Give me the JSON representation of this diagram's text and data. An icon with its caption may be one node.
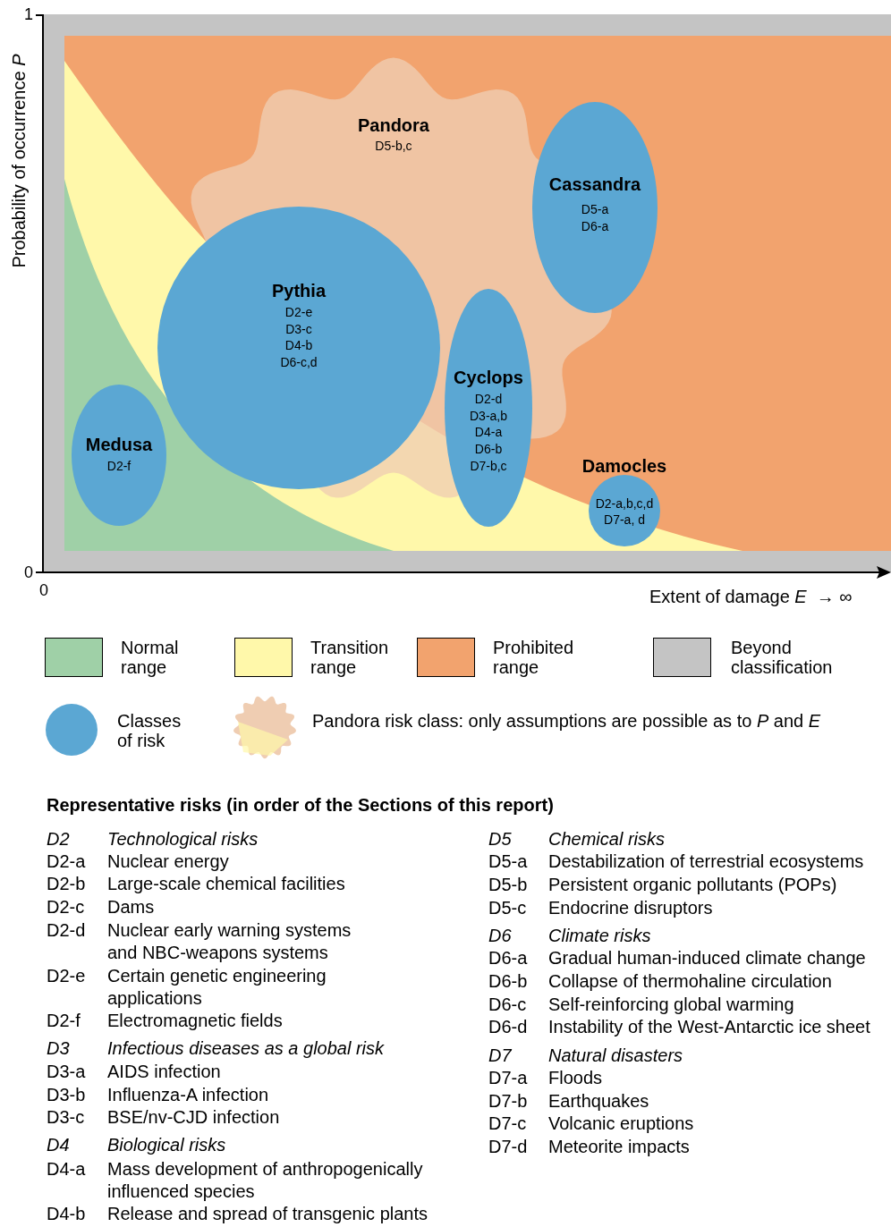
{
  "diagram": {
    "nodes": [
      {
        "text": [
          "Pandora",
          "D5-b,c"
        ]
      },
      {
        "text": [
          "Cassandra",
          "D5-a",
          "D6-a"
        ]
      },
      {
        "text": [
          "Pythia",
          "D2-e",
          "D3-c",
          "D4-b",
          "D6-c,d"
        ]
      },
      {
        "text": [
          "Cyclops",
          "D2-d",
          "D3-a,b",
          "D4-a",
          "D6-b",
          "D7-b,c"
        ]
      },
      {
        "text": [
          "Medusa",
          "D2-f"
        ]
      },
      {
        "text": [
          "Damocles",
          "D2-a,b,c,d",
          "D7-a, d"
        ]
      }
    ],
    "labels": [
      "1",
      "0",
      "Probability of occurrence *P*",
      "0",
      "Extent of damage *E*  → ∞",
      "Representative risks (in order of the Sections of this report)",
      "D2",
      "Technological risks",
      "D2-a",
      "Nuclear energy",
      "D2-b",
      "Large-scale chemical facilities",
      "D2-c",
      "Dams",
      "D2-d",
      "Nuclear early warning systems and NBC-weapons systems",
      "D2-e",
      "Certain genetic engineering applications",
      "D2-f",
      "Electromagnetic fields",
      "D3",
      "Infectious diseases as a global risk",
      "D3-a",
      "AIDS infection",
      "D3-b",
      "Influenza-A infection",
      "D3-c",
      "BSE/nv-CJD infection",
      "D4",
      "Biological risks",
      "D4-a",
      "Mass development of anthropogenically influenced species",
      "D4-b",
      "Release and spread of transgenic plants",
      "D5",
      "Chemical risks",
      "D5-a",
      "Destabilization of terrestrial ecosystems",
      "D5-b",
      "Persistent organic pollutants (POPs)",
      "D5-c",
      "Endocrine disruptors",
      "D6",
      "Climate risks",
      "D6-a",
      "Gradual human-induced climate change",
      "D6-b",
      "Collapse of thermohaline circulation",
      "D6-c",
      "Self-reinforcing global warming",
      "D6-d",
      "Instability of the West-Antarctic ice sheet",
      "D7",
      "Natural disasters",
      "D7-a",
      "Floods",
      "D7-b",
      "Earthquakes",
      "D7-c",
      "Volcanic eruptions",
      "D7-d",
      "Meteorite impacts"
    ],
    "legend": [
      {
        "text": "Normal range",
        "color": "#9fd0a7"
      },
      {
        "text": "Transition range",
        "color": "#fff8aa"
      },
      {
        "text": "Prohibited range",
        "color": "#f2a36e"
      },
      {
        "text": "Beyond classification",
        "color": "#c4c4c4"
      },
      {
        "text": "Classes of risk",
        "color": "#5ba7d3"
      },
      {
        "text": "Pandora risk class: only assumptions are possible as to *P* and *E*"
      }
    ]
  }
}
